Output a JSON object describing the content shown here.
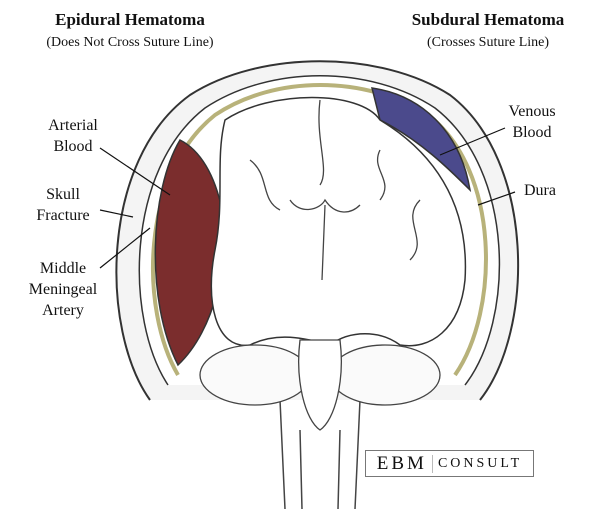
{
  "left_heading": {
    "title": "Epidural Hematoma",
    "subtitle": "(Does Not Cross Suture Line)"
  },
  "right_heading": {
    "title": "Subdural Hematoma",
    "subtitle": "(Crosses Suture Line)"
  },
  "labels": {
    "arterial_blood": [
      "Arterial",
      "Blood"
    ],
    "skull_fracture": [
      "Skull",
      "Fracture"
    ],
    "middle_meningeal_artery": [
      "Middle",
      "Meningeal",
      "Artery"
    ],
    "venous_blood": [
      "Venous",
      "Blood"
    ],
    "dura": "Dura"
  },
  "logo": {
    "primary": "EBM",
    "secondary": "CONSULT"
  },
  "colors": {
    "epidural": "#7b2d2d",
    "subdural": "#4b4a8c",
    "dura": "#b8b27a",
    "outline": "#333333"
  }
}
